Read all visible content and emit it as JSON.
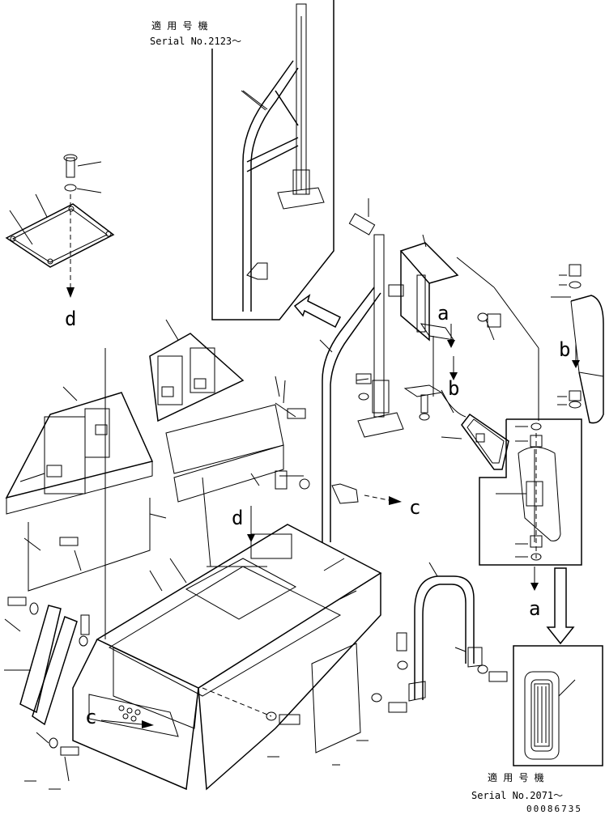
{
  "notes": {
    "top_jp": "適 用 号 機",
    "top_serial": "Serial No.2123～",
    "bottom_jp": "適 用 号 機",
    "bottom_serial": "Serial No.2071～"
  },
  "view_labels": {
    "a_upper": "a",
    "b_upper": "b",
    "b_side": "b",
    "a_lower": "a",
    "c_right": "c",
    "c_front": "c",
    "d_left": "d",
    "d_center": "d"
  },
  "drawing_number": "00086735"
}
